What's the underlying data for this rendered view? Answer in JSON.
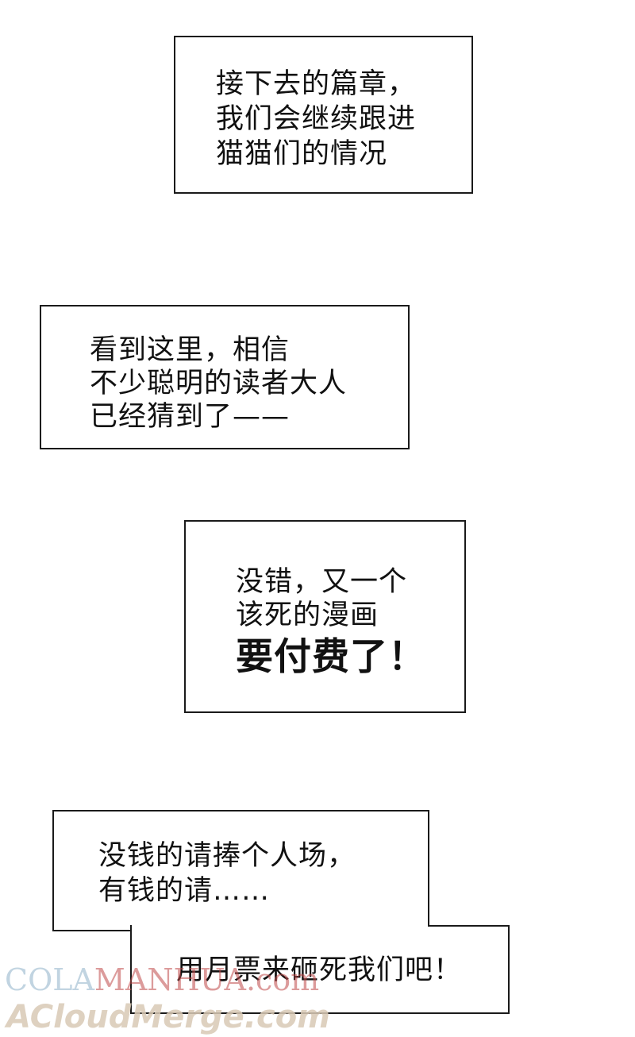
{
  "panel_1": {
    "lines": [
      "接下去的篇章，",
      "我们会继续跟进",
      "猫猫们的情况"
    ]
  },
  "panel_2": {
    "lines": [
      "看到这里，相信",
      "不少聪明的读者大人",
      "已经猜到了——"
    ]
  },
  "panel_3": {
    "lines": [
      "没错，又一个",
      "该死的漫画"
    ],
    "emphasis": "要付费了！"
  },
  "panel_4": {
    "lines": [
      "没钱的请捧个人场，",
      "有钱的请……"
    ],
    "second_part": "用月票来砸死我们吧！"
  },
  "watermarks": {
    "top_part1": "COLA",
    "top_part2": "MANHUA.com",
    "bottom": "ACloudMerge.com",
    "colors": {
      "blue": "#8fb1c9",
      "red": "#c04a4a",
      "beige": "#d9c9b6"
    }
  }
}
